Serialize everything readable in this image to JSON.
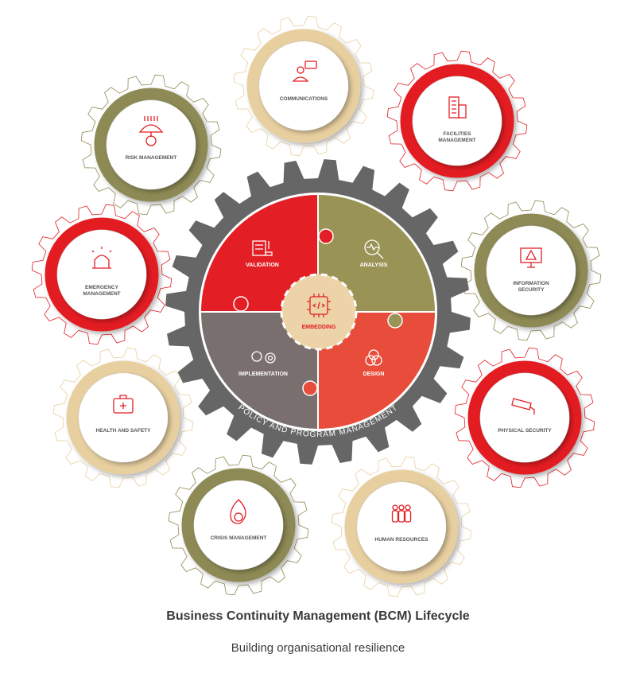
{
  "colors": {
    "red": "#e31e24",
    "olive": "#8e8a55",
    "beige": "#e8cfa0",
    "gray": "#666666",
    "validation": "#e31e24",
    "analysis": "#9a9356",
    "implementation": "#7a6f6f",
    "design": "#e84c3a",
    "embedding": "#edd3a8"
  },
  "center": {
    "ring_label": "POLICY AND PROGRAM MANAGEMENT",
    "hub": {
      "label": "EMBEDDING",
      "icon": "chip-code-icon"
    },
    "quadrants": [
      {
        "label": "VALIDATION",
        "icon": "document-stamp-icon"
      },
      {
        "label": "ANALYSIS",
        "icon": "magnifier-pulse-icon"
      },
      {
        "label": "IMPLEMENTATION",
        "icon": "bulb-gear-icon"
      },
      {
        "label": "DESIGN",
        "icon": "venn-icon"
      }
    ]
  },
  "satellites": [
    {
      "label": [
        "COMMUNICATIONS"
      ],
      "icon": "chat-person-icon",
      "color": "beige"
    },
    {
      "label": [
        "FACILITIES",
        "MANAGEMENT"
      ],
      "icon": "building-icon",
      "color": "red"
    },
    {
      "label": [
        "RISK MANAGEMENT"
      ],
      "icon": "umbrella-gear-icon",
      "color": "olive"
    },
    {
      "label": [
        "EMERGENCY",
        "MANAGEMENT"
      ],
      "icon": "siren-icon",
      "color": "red"
    },
    {
      "label": [
        "INFORMATION",
        "SECURITY"
      ],
      "icon": "monitor-warning-icon",
      "color": "olive"
    },
    {
      "label": [
        "HEALTH AND SAFETY"
      ],
      "icon": "first-aid-kit-icon",
      "color": "beige"
    },
    {
      "label": [
        "PHYSICAL SECURITY"
      ],
      "icon": "security-camera-icon",
      "color": "red"
    },
    {
      "label": [
        "CRISIS MANAGEMENT"
      ],
      "icon": "fire-dollar-icon",
      "color": "olive"
    },
    {
      "label": [
        "HUMAN RESOURCES"
      ],
      "icon": "people-group-icon",
      "color": "beige"
    }
  ],
  "caption": {
    "title": "Business Continuity Management (BCM) Lifecycle",
    "subtitle": "Building organisational resilience"
  }
}
